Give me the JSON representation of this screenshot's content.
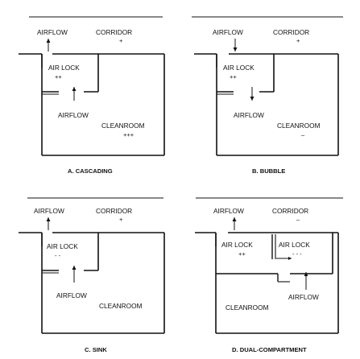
{
  "panels": {
    "a": {
      "caption": "A. CASCADING",
      "corridor_label": "CORRIDOR",
      "corridor_pressure": "+",
      "top_airflow_label": "AIRFLOW",
      "airlock_label": "AIR LOCK",
      "airlock_pressure": "++",
      "mid_airflow_label": "AIRFLOW",
      "cleanroom_label": "CLEANROOM",
      "cleanroom_pressure": "+++"
    },
    "b": {
      "caption": "B. BUBBLE",
      "corridor_label": "CORRIDOR",
      "corridor_pressure": "+",
      "top_airflow_label": "AIRFLOW",
      "airlock_label": "AIR LOCK",
      "airlock_pressure": "++",
      "mid_airflow_label": "AIRFLOW",
      "cleanroom_label": "CLEANROOM",
      "cleanroom_pressure": "–"
    },
    "c": {
      "caption": "C. SINK",
      "corridor_label": "CORRIDOR",
      "corridor_pressure": "+",
      "top_airflow_label": "AIRFLOW",
      "airlock_label": "AIR LOCK",
      "airlock_pressure": "- -",
      "mid_airflow_label": "AIRFLOW",
      "cleanroom_label": "CLEANROOM"
    },
    "d": {
      "caption": "D. DUAL-COMPARTMENT",
      "corridor_label": "CORRIDOR",
      "corridor_pressure": "–",
      "top_airflow_label": "AIRFLOW",
      "airlock_left_label": "AIR LOCK",
      "airlock_left_pressure": "++",
      "airlock_right_label": "AIR LOCK",
      "airlock_right_pressure": "- - -",
      "mid_airflow_label": "AIRFLOW",
      "cleanroom_label": "CLEANROOM"
    }
  }
}
